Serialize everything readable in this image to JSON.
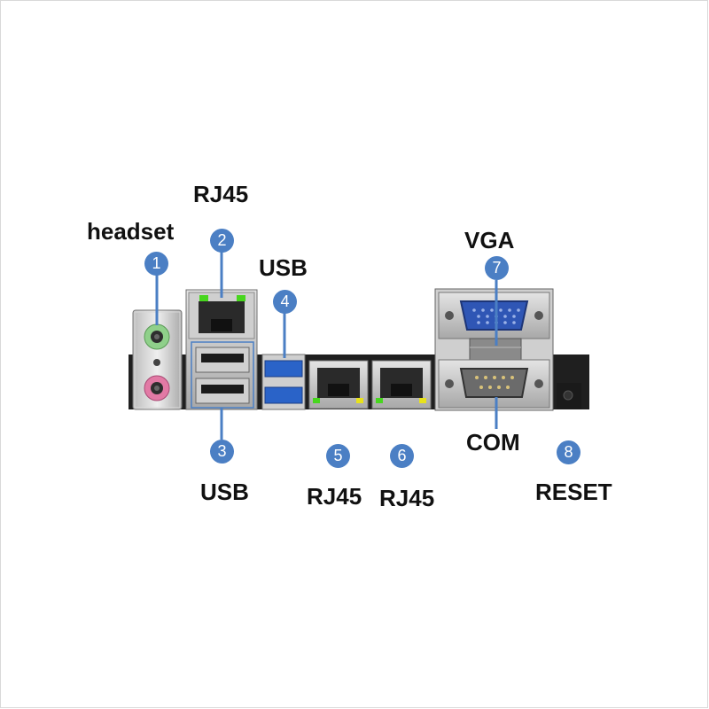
{
  "colors": {
    "badge": "#4b7fc4",
    "leader": "#4b7fc4",
    "audio_green": "#8fd08a",
    "audio_pink": "#e27aa5",
    "usb3_blue": "#2a63c8",
    "vga_blue": "#2f56b5",
    "led_green": "#47d61e",
    "led_yellow": "#e8e21a"
  },
  "labels": {
    "headset": "headset",
    "rj45_top": "RJ45",
    "usb_top": "USB",
    "vga": "VGA",
    "usb_bottom": "USB",
    "rj45_left": "RJ45",
    "rj45_right": "RJ45",
    "com": "COM",
    "reset": "RESET"
  },
  "badges": [
    "1",
    "2",
    "3",
    "4",
    "5",
    "6",
    "7",
    "8"
  ]
}
